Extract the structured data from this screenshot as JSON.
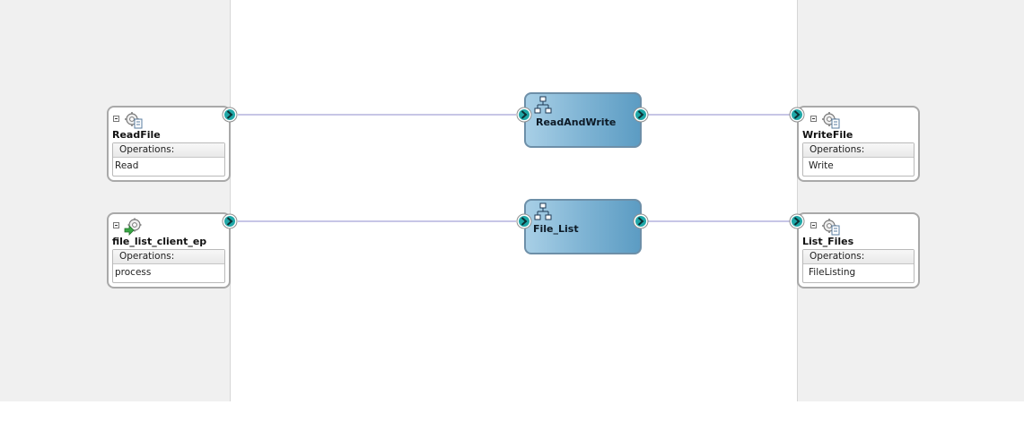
{
  "services_left": [
    {
      "name": "ReadFile",
      "ops_header": "Operations:",
      "operation": "Read"
    },
    {
      "name": "file_list_client_ep",
      "ops_header": "Operations:",
      "operation": "process"
    }
  ],
  "components": [
    {
      "name": "ReadAndWrite"
    },
    {
      "name": "File_List"
    }
  ],
  "references_right": [
    {
      "name": "WriteFile",
      "ops_header": "Operations:",
      "operation": "Write"
    },
    {
      "name": "List_Files",
      "ops_header": "Operations:",
      "operation": "FileListing"
    }
  ],
  "colors": {
    "wire": "#c7c6e6",
    "port": "#1fa7a7",
    "component_fill": "#7fb4d4",
    "lane": "#f0f0f0"
  }
}
